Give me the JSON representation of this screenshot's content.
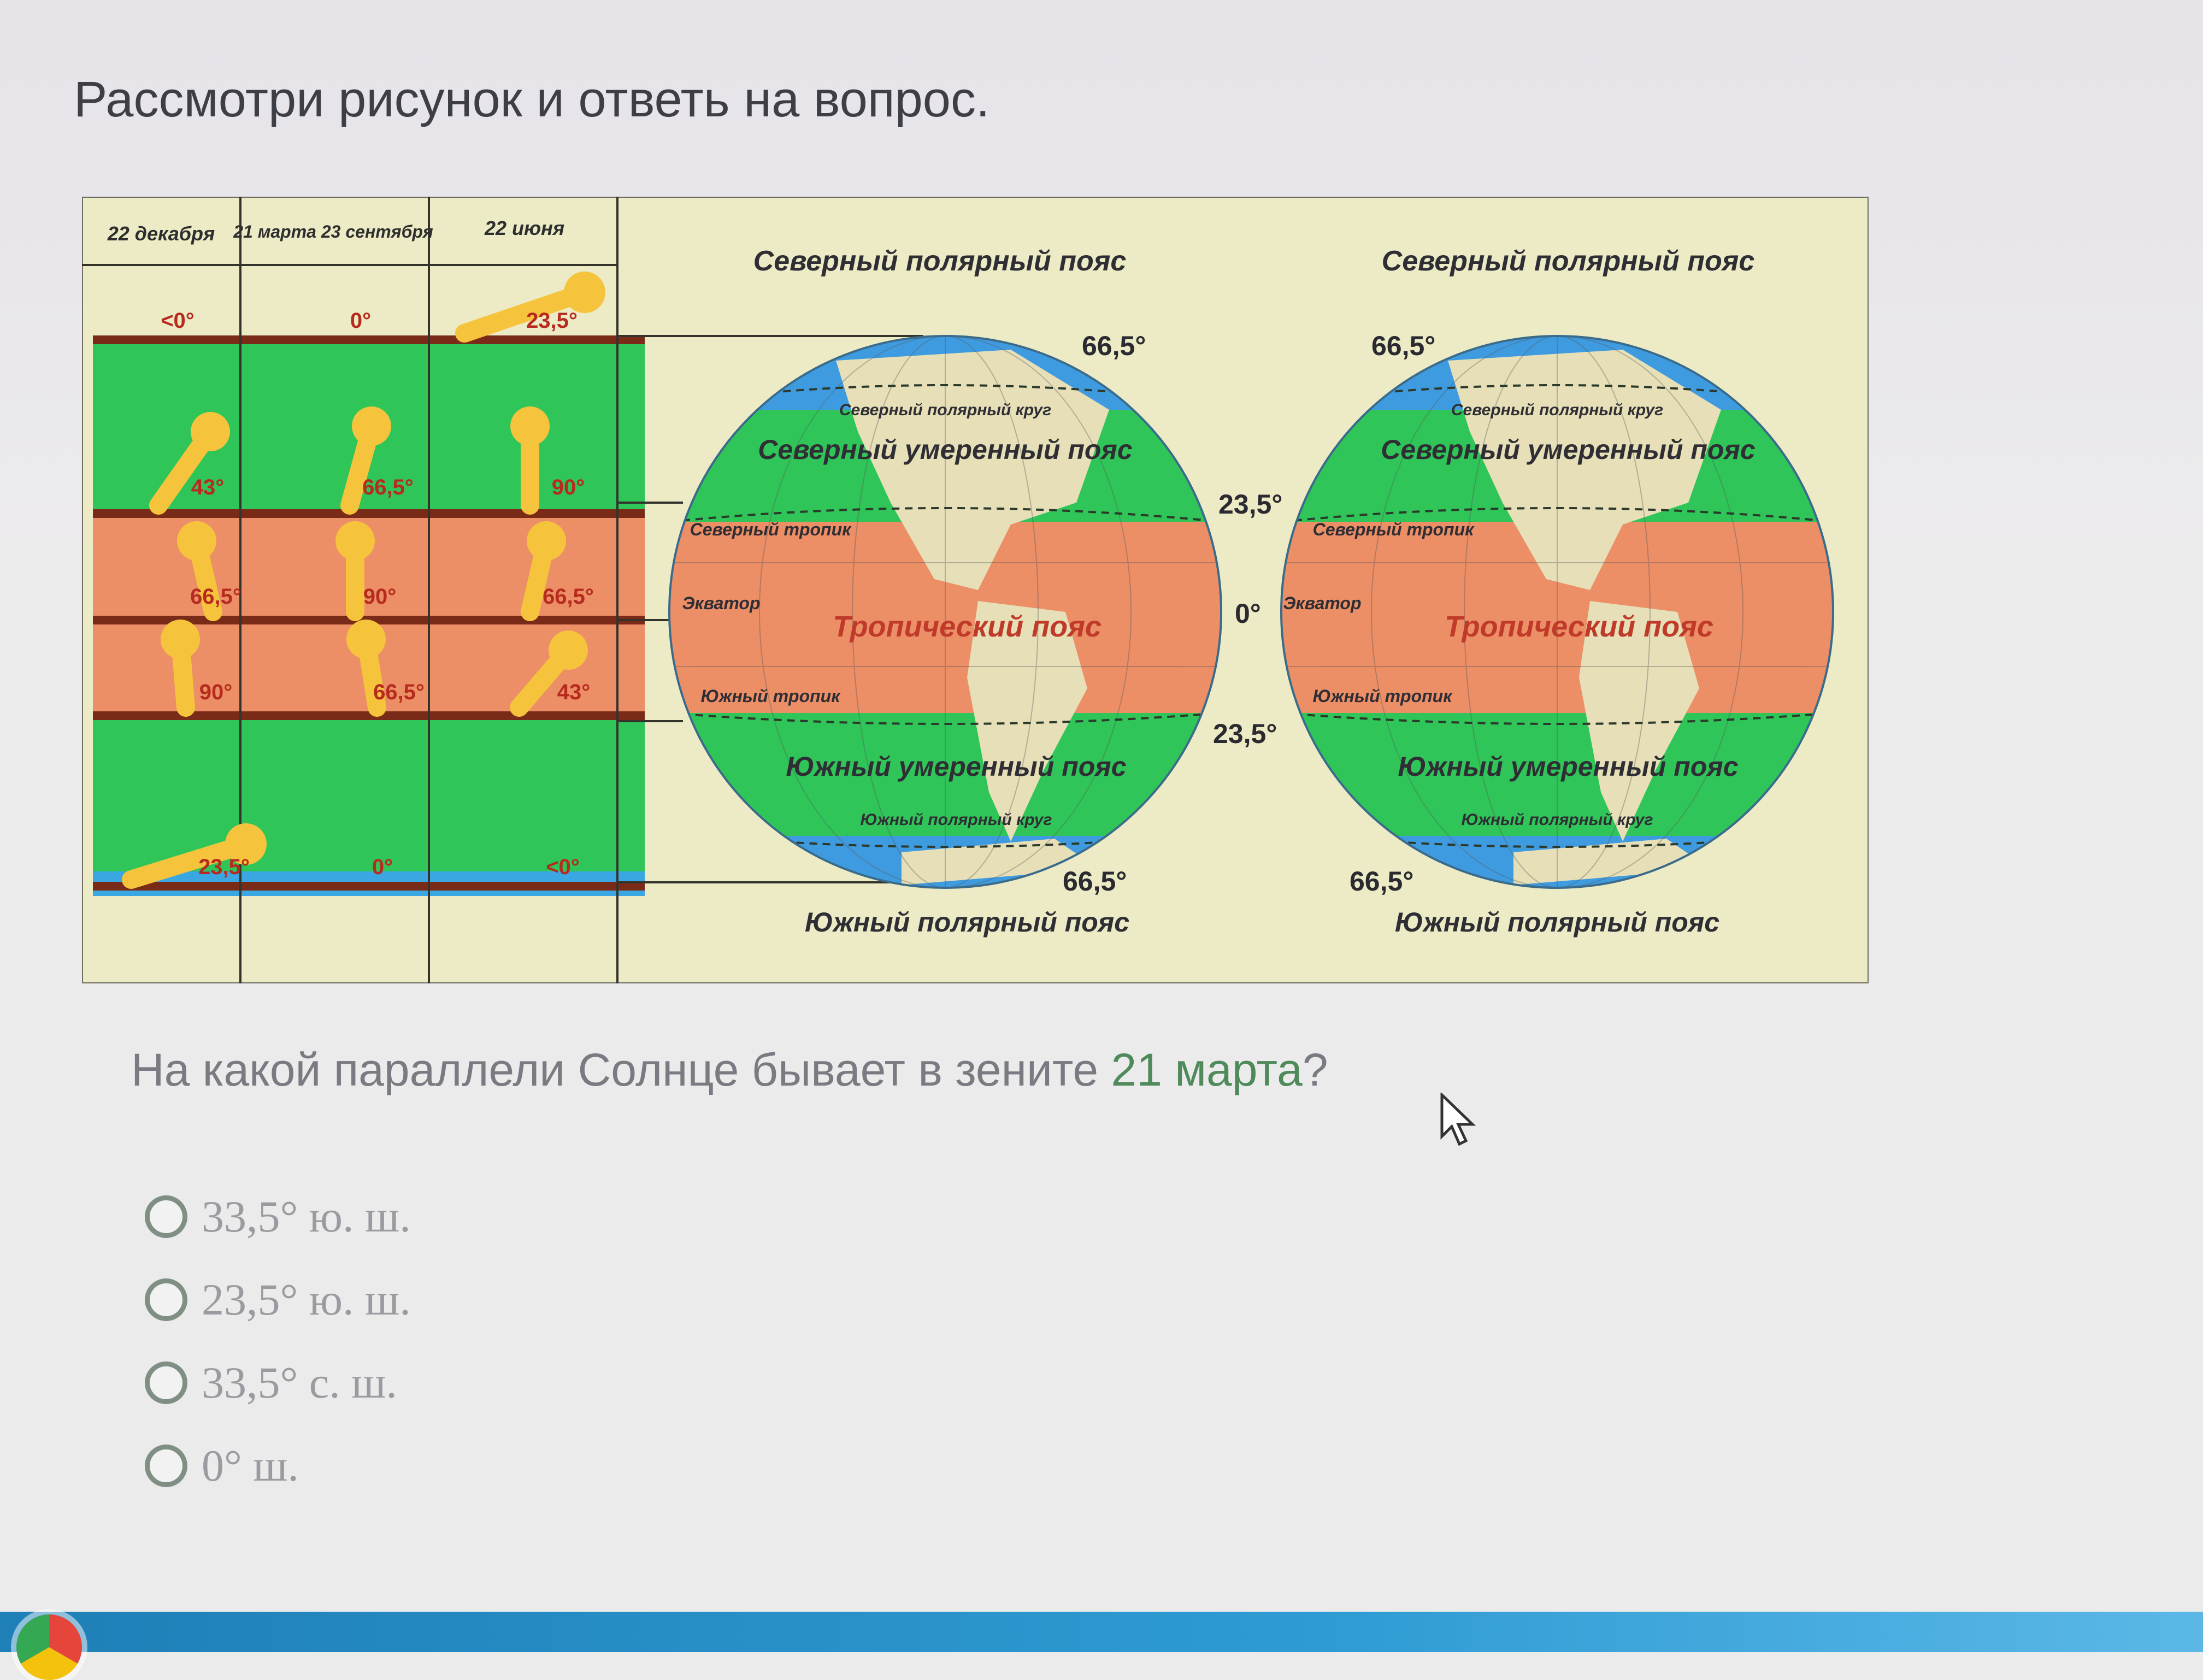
{
  "prompt": "Рассмотри рисунок и ответь на вопрос.",
  "figure": {
    "columns": [
      "22 декабря",
      "21 марта 23 сентября",
      "22 июня"
    ],
    "top_row": [
      "<0°",
      "0°",
      "23,5°"
    ],
    "row_1": [
      "43°",
      "66,5°",
      "90°"
    ],
    "row_2": [
      "66,5°",
      "90°",
      "66,5°"
    ],
    "row_3": [
      "90°",
      "66,5°",
      "43°"
    ],
    "bottom_row": [
      "23,5°",
      "0°",
      "<0°"
    ],
    "zones": {
      "north_polar": "Северный полярный пояс",
      "north_circle": "Северный полярный круг",
      "north_temperate": "Северный умеренный пояс",
      "north_tropic": "Северный тропик",
      "equator": "Экватор",
      "tropical": "Тропический пояс",
      "south_tropic": "Южный тропик",
      "south_temperate": "Южный умеренный пояс",
      "south_circle": "Южный полярный круг",
      "south_polar": "Южный полярный пояс"
    },
    "latitudes": [
      "66,5°",
      "23,5°",
      "0°",
      "23,5°",
      "66,5°"
    ]
  },
  "question": {
    "text_before": "На какой параллели Солнце бывает в зените ",
    "highlight": "21 марта",
    "text_after": "?"
  },
  "options": [
    "33,5° ю. ш.",
    "23,5° ю. ш.",
    "33,5° с. ш.",
    "0° ш."
  ],
  "colors": {
    "polar": "#3f9be0",
    "temperate": "#2fc558",
    "tropical": "#ec8e66",
    "land": "#e6dfb8",
    "background": "#ebebec"
  }
}
